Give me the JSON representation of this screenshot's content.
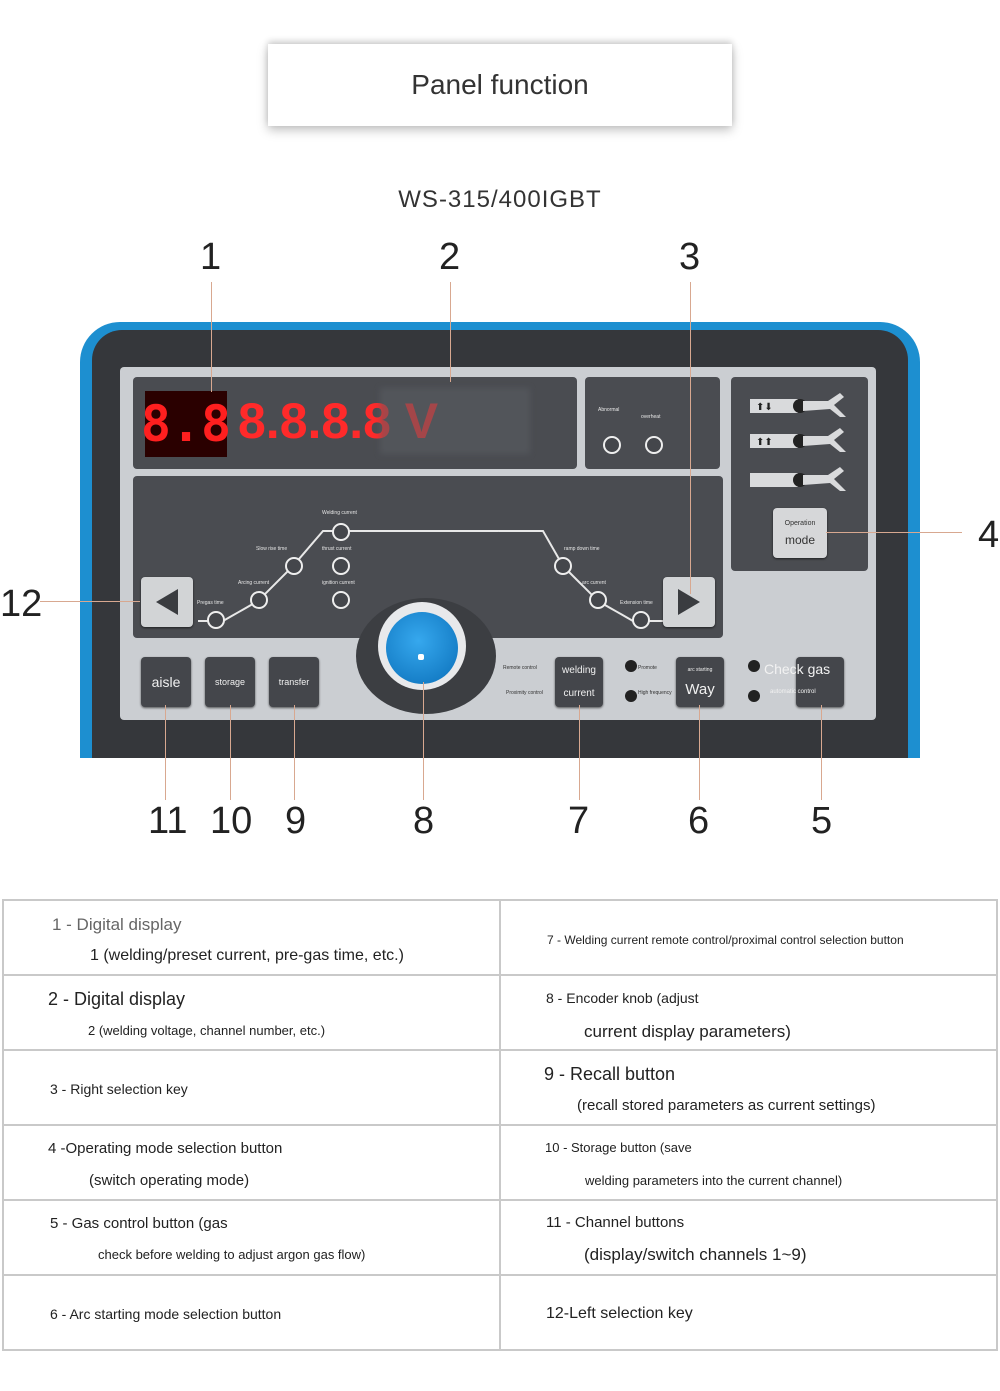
{
  "header": {
    "title": "Panel function"
  },
  "model": "WS-315/400IGBT",
  "callouts": [
    "1",
    "2",
    "3",
    "4",
    "5",
    "6",
    "7",
    "8",
    "9",
    "10",
    "11",
    "12"
  ],
  "panel": {
    "display_left": "8.8",
    "display_right": "8.8.8.8 V",
    "abnormal_label": "Abnormal",
    "overheat_label": "overheat",
    "operation_label": "Operation",
    "mode_label": "mode",
    "curve": {
      "pregas": "Pregas time",
      "arcing_current": "Arcing current",
      "slow_rise_time": "Slow rise time",
      "welding_current": "Welding current",
      "thrust_current": "thrust current",
      "ignition_current": "ignition current",
      "ramp_down_time": "ramp down time",
      "arc_current": "arc current",
      "extension_time": "Extension time"
    },
    "buttons": {
      "aisle": "aisle",
      "storage": "storage",
      "transfer": "transfer",
      "welding_current_top": "welding",
      "welding_current_bottom": "current",
      "remote_control": "Remote control",
      "proximity_control": "Proximity control",
      "way": "Way",
      "arc_starting": "arc starting",
      "promote": "Promote",
      "high_frequency": "High frequency",
      "check_gas": "Check gas",
      "automatic_control": "automatic control"
    }
  },
  "table": [
    {
      "left_1": "1 - Digital display",
      "left_2": "1 (welding/preset current, pre-gas time, etc.)",
      "right_1": "7 - Welding current remote control/proximal control selection button",
      "right_2": ""
    },
    {
      "left_1": "2 - Digital display",
      "left_2": "2 (welding voltage, channel number, etc.)",
      "right_1": "8 - Encoder knob (adjust",
      "right_2": "current display parameters)"
    },
    {
      "left_1": "3 - Right selection key",
      "left_2": "",
      "right_1": "9 - Recall button",
      "right_2": "(recall stored parameters as current settings)"
    },
    {
      "left_1": "4 -Operating mode selection button",
      "left_2": "(switch operating mode)",
      "right_1": "10 - Storage button (save",
      "right_2": "welding parameters into the current channel)"
    },
    {
      "left_1": "5 - Gas control button (gas",
      "left_2": "check before welding to adjust argon gas flow)",
      "right_1": "11 - Channel buttons",
      "right_2": "(display/switch channels 1~9)"
    },
    {
      "left_1": "6 - Arc starting mode selection button",
      "left_2": "",
      "right_1": "12-Left selection key",
      "right_2": ""
    }
  ]
}
